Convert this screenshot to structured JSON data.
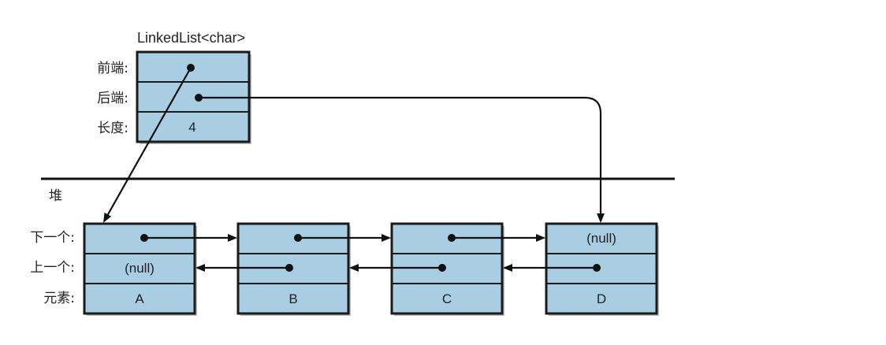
{
  "linkedlist": {
    "title": "LinkedList<char>",
    "labels": [
      "前端:",
      "后端:",
      "长度:"
    ],
    "length_value": "4"
  },
  "heap_label": "堆",
  "row_labels": [
    "下一个:",
    "上一个:",
    "元素:"
  ],
  "nodes": [
    {
      "element": "A",
      "next": "",
      "prev": "(null)"
    },
    {
      "element": "B",
      "next": "",
      "prev": ""
    },
    {
      "element": "C",
      "next": "",
      "prev": ""
    },
    {
      "element": "D",
      "next": "(null)",
      "prev": ""
    }
  ]
}
